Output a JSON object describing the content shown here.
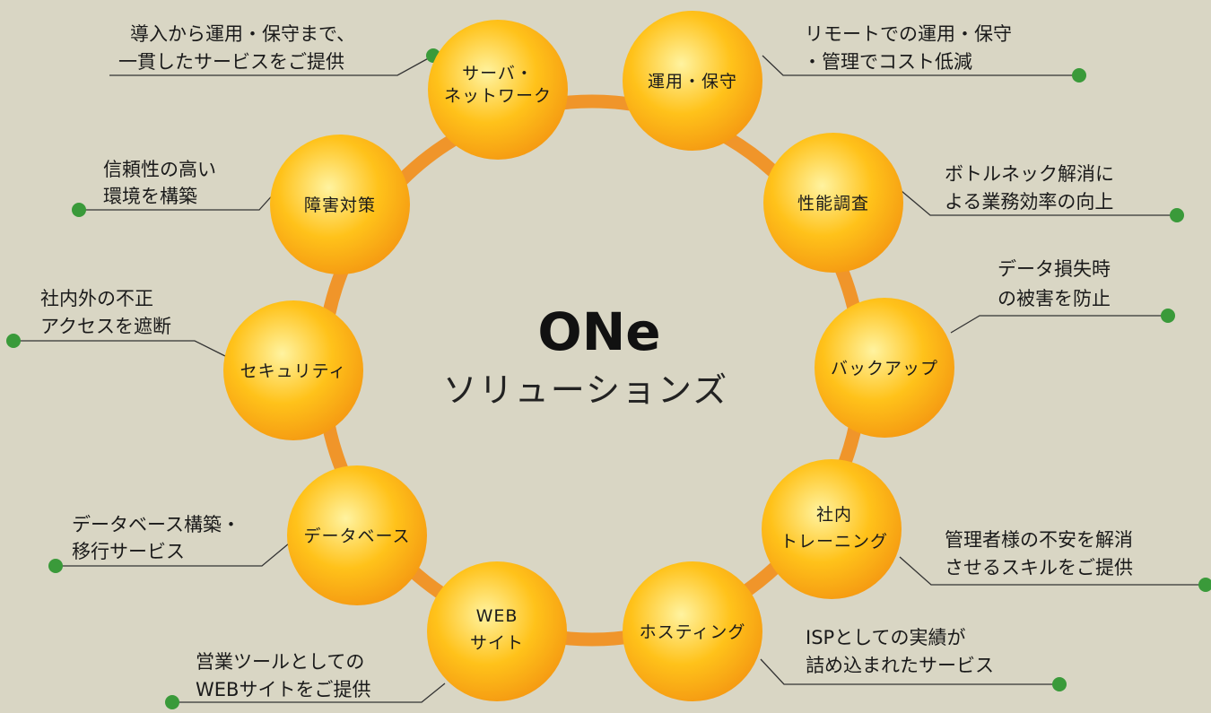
{
  "title": {
    "brand": "ONe",
    "subtitle": "ソリューションズ"
  },
  "colors": {
    "background": "#d9d6c4",
    "ring": "#f0952a",
    "node_center": "#fff3a0",
    "node_mid": "#ffc21a",
    "node_edge": "#f59a12",
    "leader_line": "#333333",
    "dot": "#3a9a3a"
  },
  "nodes": [
    {
      "id": "server-network",
      "label": [
        "サーバ・",
        "ネットワーク"
      ],
      "description": [
        "導入から運用・保守まで、",
        "一貫したサービスをご提供"
      ]
    },
    {
      "id": "operation-maintenance",
      "label": [
        "運用・保守"
      ],
      "description": [
        "リモートでの運用・保守",
        "・管理でコスト低減"
      ]
    },
    {
      "id": "performance-survey",
      "label": [
        "性能調査"
      ],
      "description": [
        "ボトルネック解消に",
        "よる業務効率の向上"
      ]
    },
    {
      "id": "backup",
      "label": [
        "バックアップ"
      ],
      "description": [
        "データ損失時",
        "の被害を防止"
      ]
    },
    {
      "id": "internal-training",
      "label": [
        "社内",
        "トレーニング"
      ],
      "description": [
        "管理者様の不安を解消",
        "させるスキルをご提供"
      ]
    },
    {
      "id": "hosting",
      "label": [
        "ホスティング"
      ],
      "description": [
        "ISPとしての実績が",
        "詰め込まれたサービス"
      ]
    },
    {
      "id": "web-site",
      "label": [
        "WEB",
        "サイト"
      ],
      "description": [
        "営業ツールとしての",
        "WEBサイトをご提供"
      ]
    },
    {
      "id": "database",
      "label": [
        "データベース"
      ],
      "description": [
        "データベース構築・",
        "移行サービス"
      ]
    },
    {
      "id": "security",
      "label": [
        "セキュリティ"
      ],
      "description": [
        "社内外の不正",
        "アクセスを遮断"
      ]
    },
    {
      "id": "failure-countermeasure",
      "label": [
        "障害対策"
      ],
      "description": [
        "信頼性の高い",
        "環境を構築"
      ]
    }
  ]
}
